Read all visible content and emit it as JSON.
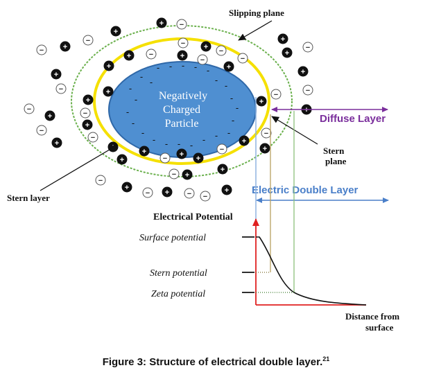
{
  "labels": {
    "slipping_plane": "Slipping plane",
    "particle_line1": "Negatively",
    "particle_line2": "Charged",
    "particle_line3": "Particle",
    "diffuse_layer": "Diffuse Layer",
    "stern_plane_line1": "Stern",
    "stern_plane_line2": "plane",
    "stern_layer": "Stern layer",
    "electric_double_layer": "Electric Double Layer",
    "electrical_potential": "Electrical Potential",
    "surface_potential": "Surface potential",
    "stern_potential": "Stern potential",
    "zeta_potential": "Zeta potential",
    "distance_line1": "Distance from",
    "distance_line2": "surface"
  },
  "caption": {
    "text": "Figure 3: Structure of electrical double layer.",
    "ref": "21"
  },
  "symbols": {
    "negative": "-",
    "positive": "+",
    "negative_ion": "−"
  },
  "colors": {
    "particle_fill": "#4f8fd1",
    "particle_stroke": "#2f68a8",
    "stern_ring": "#f5e000",
    "slipping_ring": "#6ab04c",
    "diffuse_arrow": "#7a2e9c",
    "edl_arrow": "#4a7fc9",
    "axis_red": "#e02020",
    "curve": "#111111"
  }
}
